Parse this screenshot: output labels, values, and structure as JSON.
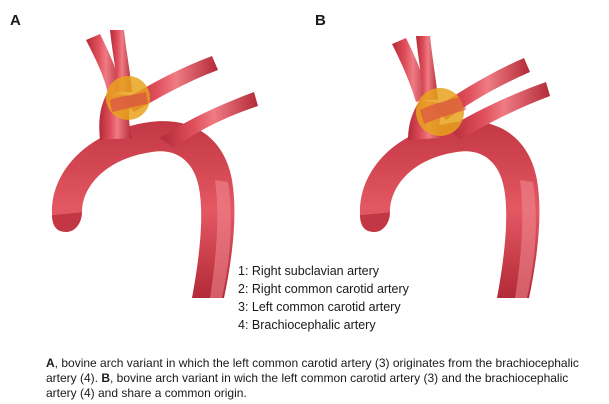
{
  "panels": {
    "a_label": "A",
    "b_label": "B"
  },
  "legend": [
    "1: Right subclavian artery",
    "2: Right common carotid artery",
    "3: Left common carotid artery",
    "4: Brachiocephalic artery"
  ],
  "caption": {
    "a_marker": "A",
    "a_text": ", bovine arch variant in which the left common carotid artery (3) originates from the brachiocephalic artery (4). ",
    "b_marker": "B",
    "b_text": ", bovine arch variant in wich the left common carotid artery (3) and the brachiocephalic artery (4) and share a common origin."
  },
  "colors": {
    "artery": "#d9424f",
    "artery_dark": "#b32a38",
    "artery_light": "#ef7b84",
    "highlight": "#e8a21c"
  }
}
